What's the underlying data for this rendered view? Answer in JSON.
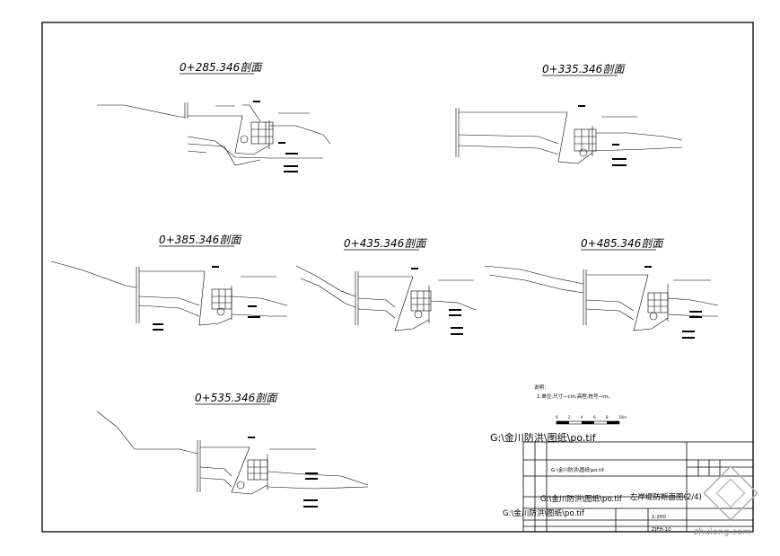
{
  "sections": [
    {
      "title": "0+285.346剖面"
    },
    {
      "title": "0+335.346剖面"
    },
    {
      "title": "0+385.346剖面"
    },
    {
      "title": "0+435.346剖面"
    },
    {
      "title": "0+485.346剖面"
    },
    {
      "title": "0+535.346剖面"
    }
  ],
  "notes": {
    "header": "说明：",
    "line1": "1.单位:尺寸—cm,高程,桩号—m。"
  },
  "scale_bar": {
    "ticks": [
      "0",
      "2",
      "4",
      "6",
      "8",
      "10m"
    ]
  },
  "file_path": "G:\\金川防洪\\图纸\\po.tif",
  "title_block": {
    "drawing_title": "左岸堤防断面图(2/4)",
    "scale": "1:200",
    "drawing_no": "ZJFH-10",
    "file_path_small": "G:\\金川防洪\\图纸\\po.tif",
    "file_path_mid": "G:\\金川防洪\\图纸\\po.tif",
    "file_path_bottom": "G:\\金川防洪\\图纸\\po.tif"
  },
  "watermark": {
    "text": "zhulong.com"
  }
}
